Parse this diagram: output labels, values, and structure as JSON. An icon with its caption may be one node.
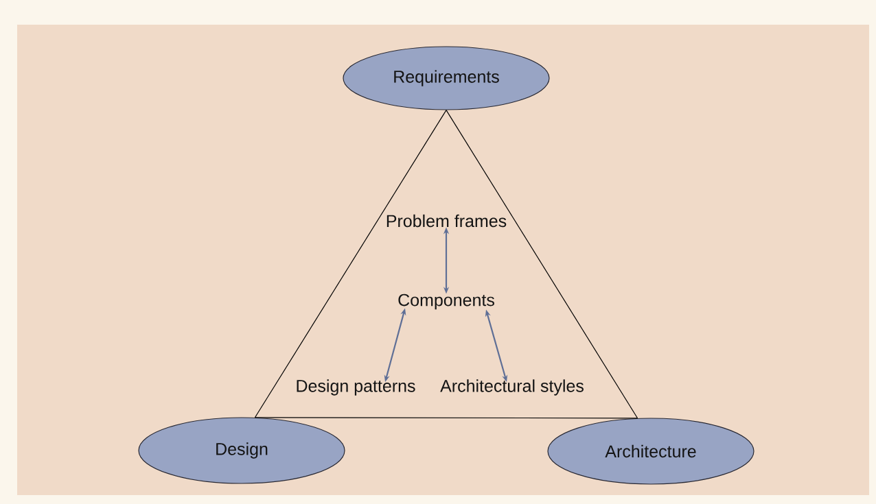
{
  "diagram": {
    "nodes": [
      {
        "text": [
          "Requirements"
        ]
      },
      {
        "text": [
          "Problem frames"
        ]
      },
      {
        "text": [
          "Components"
        ]
      },
      {
        "text": [
          "Design patterns"
        ]
      },
      {
        "text": [
          "Architectural styles"
        ]
      },
      {
        "text": [
          "Design"
        ]
      },
      {
        "text": [
          "Architecture"
        ]
      }
    ],
    "edges": [
      {
        "from": 0,
        "to": 5,
        "arrow": "none"
      },
      {
        "from": 0,
        "to": 6,
        "arrow": "none"
      },
      {
        "from": 5,
        "to": 6,
        "arrow": "none"
      },
      {
        "from": 1,
        "to": 2,
        "arrow": "both",
        "color": "#5f6f96"
      },
      {
        "from": 2,
        "to": 3,
        "arrow": "both",
        "color": "#5f6f96"
      },
      {
        "from": 2,
        "to": 4,
        "arrow": "both",
        "color": "#5f6f96"
      }
    ]
  }
}
